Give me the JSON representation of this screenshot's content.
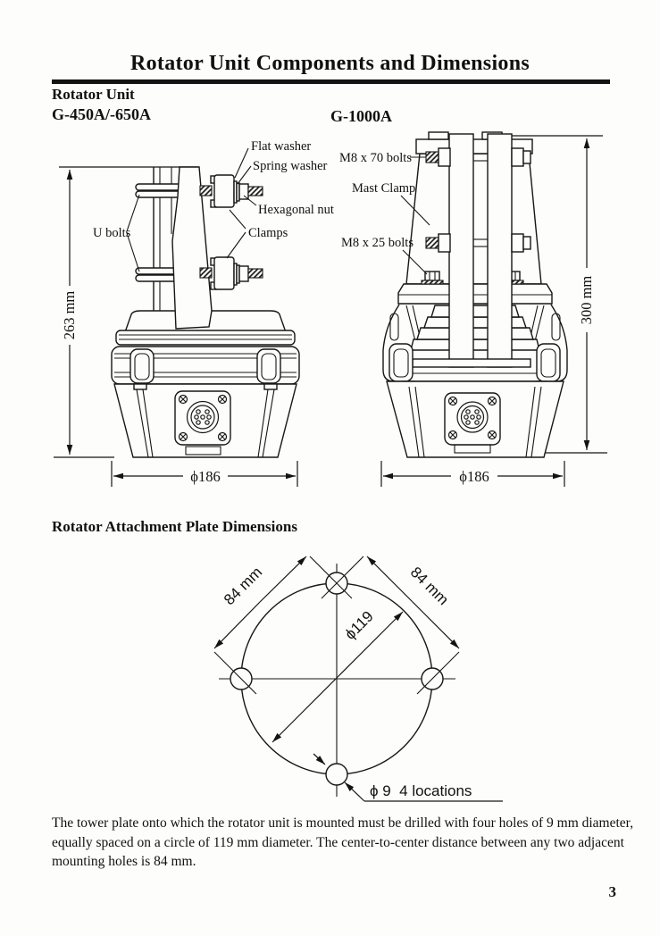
{
  "page": {
    "title": "Rotator Unit Components and Dimensions",
    "page_number": "3"
  },
  "headings": {
    "rotator_unit": "Rotator Unit",
    "model_left": "G-450A/-650A",
    "model_right": "G-1000A",
    "plate": "Rotator Attachment Plate Dimensions"
  },
  "left_diagram": {
    "labels": {
      "flat_washer": "Flat washer",
      "spring_washer": "Spring washer",
      "hexagonal_nut": "Hexagonal nut",
      "clamps": "Clamps",
      "u_bolts": "U bolts"
    },
    "dimensions": {
      "height": "263 mm",
      "diameter": "ϕ186"
    }
  },
  "right_diagram": {
    "labels": {
      "m8x70_bolts": "M8 x 70 bolts",
      "mast_clamp": "Mast Clamp",
      "m8x25_bolts": "M8 x 25 bolts"
    },
    "dimensions": {
      "height": "300 mm",
      "diameter": "ϕ186"
    }
  },
  "plate_diagram": {
    "dimensions": {
      "left_spacing": "84 mm",
      "right_spacing": "84 mm",
      "bolt_circle": "ϕ119",
      "hole_note": "ϕ 9  4 locations"
    }
  },
  "body_text": {
    "line1": "The tower plate onto which the rotator unit is mounted must be drilled with four holes of 9 mm diameter,",
    "line2": "equally spaced on a circle of 119 mm diameter. The center-to-center distance between any two adjacent",
    "line3": "mounting holes is 84 mm."
  }
}
